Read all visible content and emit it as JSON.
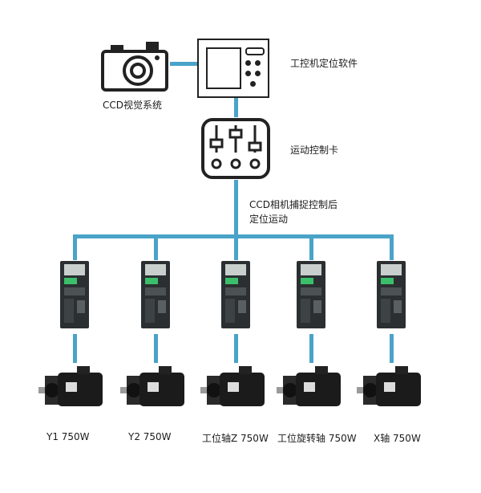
{
  "camera": {
    "label": "CCD视觉系统",
    "icon": "camera-icon"
  },
  "ipc": {
    "label": "工控机定位软件",
    "icon": "industrial-pc-icon"
  },
  "card": {
    "label": "运动控制卡",
    "icon": "motion-control-card-icon"
  },
  "note": {
    "line1": "CCD相机捕捉控制后",
    "line2": "定位运动"
  },
  "axes": [
    {
      "label": "Y1 750W"
    },
    {
      "label": "Y2 750W"
    },
    {
      "label": "工位轴Z 750W"
    },
    {
      "label": "工位旋转轴 750W"
    },
    {
      "label": "X轴 750W"
    }
  ],
  "colors": {
    "connector": "#4aa3c8",
    "outline": "#222222",
    "drive_body": "#2b2f31",
    "motor_body": "#1b1b1b"
  }
}
